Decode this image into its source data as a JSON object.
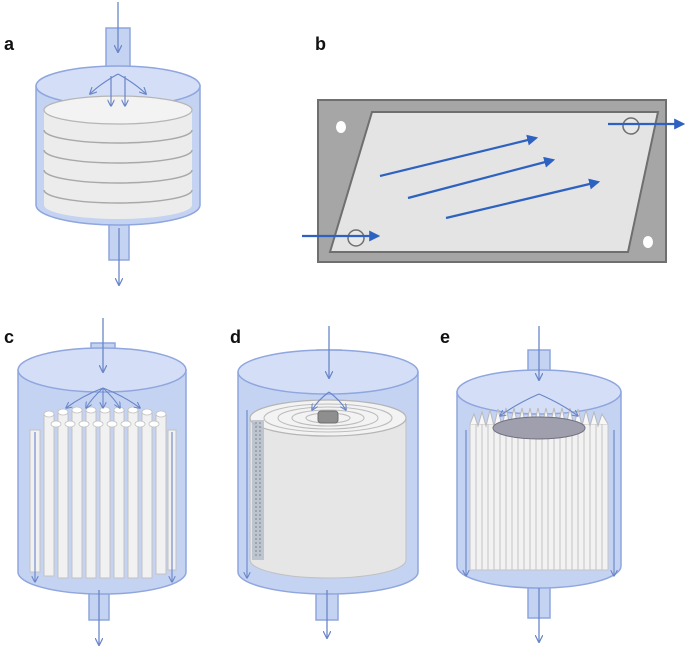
{
  "panels": [
    {
      "id": "a",
      "label": "a"
    },
    {
      "id": "b",
      "label": "b"
    },
    {
      "id": "c",
      "label": "c"
    },
    {
      "id": "d",
      "label": "d"
    },
    {
      "id": "e",
      "label": "e"
    }
  ],
  "colors": {
    "housing_fill": "#c5d3f2",
    "housing_stroke": "#8fa6de",
    "media_fill": "#ececec",
    "media_line": "#a9a9a9",
    "flow_arrow": "#2e62c0",
    "thin_arrow": "#6a86c8",
    "plate_frame": "#a6a6a6",
    "plate_border": "#6f6f6f",
    "plate_inner": "#e4e4e4"
  }
}
